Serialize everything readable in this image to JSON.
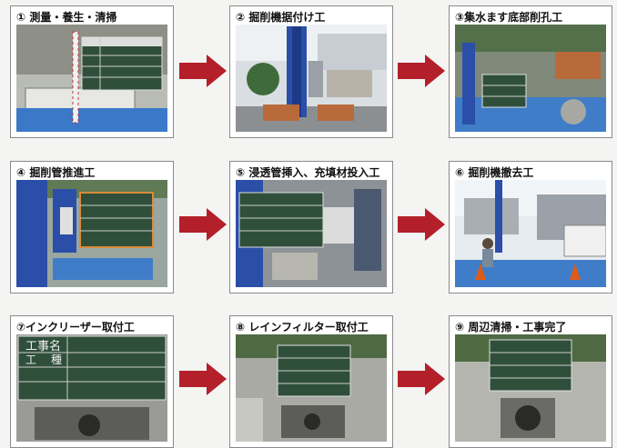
{
  "steps": [
    {
      "label": "① 測量・養生・清掃"
    },
    {
      "label": "② 掘削機据付け工"
    },
    {
      "label": "③集水ます底部削孔工"
    },
    {
      "label": "④ 掘削管推進工"
    },
    {
      "label": "⑤ 浸透管挿入、充填材投入工"
    },
    {
      "label": "⑥ 掘削機撤去工"
    },
    {
      "label": "⑦インクリーザー取付工"
    },
    {
      "label": "⑧ レインフィルター取付工"
    },
    {
      "label": "⑨ 周辺清掃・工事完了"
    }
  ],
  "board7": {
    "row1_label": "工事名",
    "row2_label": "工",
    "row2_label_b": "種"
  },
  "colors": {
    "arrow": "#b3202a",
    "board": "#2f4f3a",
    "tarp": "#2a63b8",
    "machine": "#2b4fa8"
  }
}
